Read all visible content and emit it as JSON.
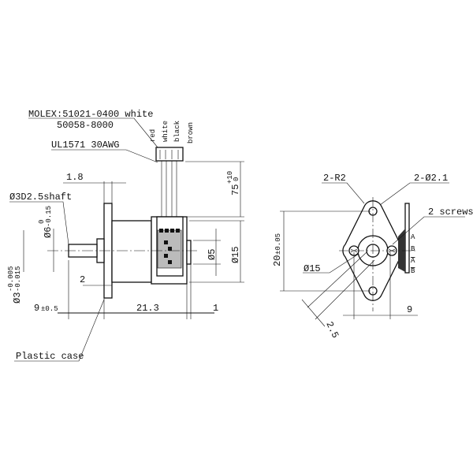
{
  "side_view": {
    "connector_label": "MOLEX:51021-0400 white",
    "connector_part": "50058-8000",
    "wire_label": "UL1571 30AWG",
    "wire_colors": [
      "red",
      "white",
      "black",
      "brown"
    ],
    "dim_flange_thickness": "1.8",
    "shaft_label": "Ø3D2.5shaft",
    "dim_hub_dia": "Ø6",
    "dim_hub_tol_upper": "0",
    "dim_hub_tol_lower": "-0.15",
    "dim_shaft_dia": "Ø3",
    "dim_shaft_tol_upper": "-0.005",
    "dim_shaft_tol_lower": "-0.015",
    "dim_hub_length": "2",
    "dim_shaft_length": "9",
    "dim_shaft_length_tol": "±0.5",
    "dim_body_length": "21.3",
    "dim_boss_length": "1",
    "dim_boss_dia": "Ø5",
    "dim_body_dia": "Ø15",
    "dim_lead_length": "75",
    "dim_lead_tol_upper": "+10",
    "dim_lead_tol_lower": "0",
    "case_label": "Plastic case"
  },
  "front_view": {
    "radius_label": "2-R2",
    "hole_label": "2-Ø2.1",
    "screws_label": "2 screws",
    "dim_hole_spacing": "20",
    "dim_hole_spacing_tol": "±0.05",
    "dim_body_dia": "Ø15",
    "dim_offset": "2.5",
    "dim_terminal_offset": "9",
    "pins": [
      "A",
      "B",
      "A",
      "B"
    ]
  }
}
